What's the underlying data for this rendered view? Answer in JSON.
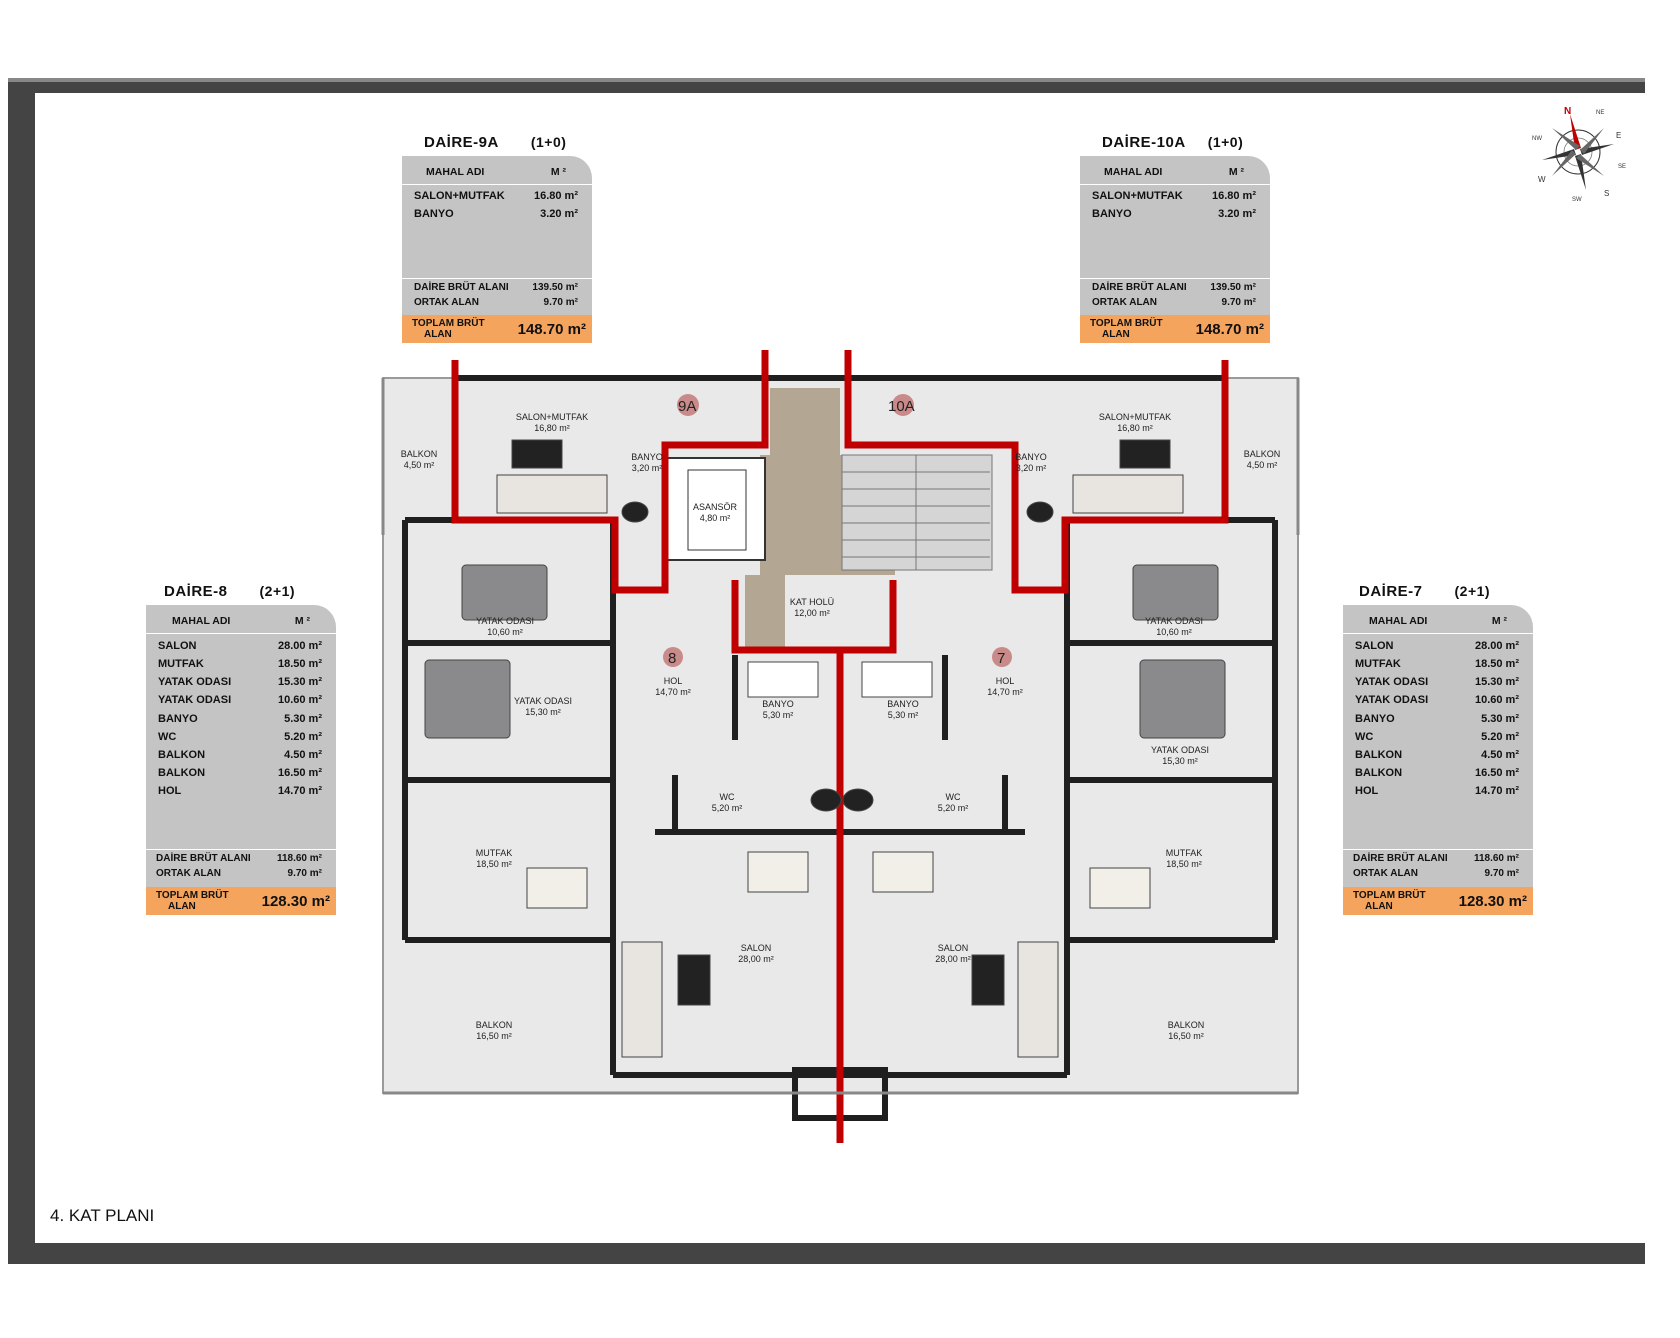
{
  "caption": "4. KAT PLANI",
  "compass": {
    "n": "N",
    "ne": "NE",
    "e": "E",
    "se": "SE",
    "s": "S",
    "sw": "SW",
    "w": "W",
    "nw": "NW"
  },
  "units": {
    "d9a": {
      "title": "DAİRE-9A",
      "type": "(1+0)",
      "col_name": "MAHAL ADI",
      "col_unit": "M ²",
      "rooms": [
        {
          "name": "SALON+MUTFAK",
          "area": "16.80 m²"
        },
        {
          "name": "BANYO",
          "area": "3.20 m²"
        }
      ],
      "gross_label": "DAİRE BRÜT ALANI",
      "gross": "139.50 m²",
      "common_label": "ORTAK ALAN",
      "common": "9.70 m²",
      "total_label_1": "TOPLAM BRÜT",
      "total_label_2": "ALAN",
      "total": "148.70 m²"
    },
    "d10a": {
      "title": "DAİRE-10A",
      "type": "(1+0)",
      "col_name": "MAHAL ADI",
      "col_unit": "M ²",
      "rooms": [
        {
          "name": "SALON+MUTFAK",
          "area": "16.80 m²"
        },
        {
          "name": "BANYO",
          "area": "3.20 m²"
        }
      ],
      "gross_label": "DAİRE BRÜT ALANI",
      "gross": "139.50 m²",
      "common_label": "ORTAK ALAN",
      "common": "9.70 m²",
      "total_label_1": "TOPLAM BRÜT",
      "total_label_2": "ALAN",
      "total": "148.70 m²"
    },
    "d8": {
      "title": "DAİRE-8",
      "type": "(2+1)",
      "col_name": "MAHAL ADI",
      "col_unit": "M ²",
      "rooms": [
        {
          "name": "SALON",
          "area": "28.00 m²"
        },
        {
          "name": "MUTFAK",
          "area": "18.50 m²"
        },
        {
          "name": "YATAK ODASI",
          "area": "15.30 m²"
        },
        {
          "name": "YATAK ODASI",
          "area": "10.60 m²"
        },
        {
          "name": "BANYO",
          "area": "5.30 m²"
        },
        {
          "name": "WC",
          "area": "5.20 m²"
        },
        {
          "name": "BALKON",
          "area": "4.50 m²"
        },
        {
          "name": "BALKON",
          "area": "16.50 m²"
        },
        {
          "name": "HOL",
          "area": "14.70 m²"
        }
      ],
      "gross_label": "DAİRE BRÜT ALANI",
      "gross": "118.60 m²",
      "common_label": "ORTAK ALAN",
      "common": "9.70 m²",
      "total_label_1": "TOPLAM BRÜT",
      "total_label_2": "ALAN",
      "total": "128.30 m²"
    },
    "d7": {
      "title": "DAİRE-7",
      "type": "(2+1)",
      "col_name": "MAHAL ADI",
      "col_unit": "M ²",
      "rooms": [
        {
          "name": "SALON",
          "area": "28.00 m²"
        },
        {
          "name": "MUTFAK",
          "area": "18.50 m²"
        },
        {
          "name": "YATAK ODASI",
          "area": "15.30 m²"
        },
        {
          "name": "YATAK ODASI",
          "area": "10.60 m²"
        },
        {
          "name": "BANYO",
          "area": "5.30 m²"
        },
        {
          "name": "WC",
          "area": "5.20 m²"
        },
        {
          "name": "BALKON",
          "area": "4.50 m²"
        },
        {
          "name": "BALKON",
          "area": "16.50 m²"
        },
        {
          "name": "HOL",
          "area": "14.70 m²"
        }
      ],
      "gross_label": "DAİRE BRÜT ALANI",
      "gross": "118.60 m²",
      "common_label": "ORTAK ALAN",
      "common": "9.70 m²",
      "total_label_1": "TOPLAM BRÜT",
      "total_label_2": "ALAN",
      "total": "128.30 m²"
    }
  },
  "plan": {
    "unit_markers": {
      "m9a": "9A",
      "m10a": "10A",
      "m8": "8",
      "m7": "7"
    },
    "rooms": {
      "salon_mutfak_l": {
        "name": "SALON+MUTFAK",
        "area": "16,80 m²"
      },
      "salon_mutfak_r": {
        "name": "SALON+MUTFAK",
        "area": "16,80 m²"
      },
      "banyo_9a": {
        "name": "BANYO",
        "area": "3,20 m²"
      },
      "banyo_10a": {
        "name": "BANYO",
        "area": "3,20 m²"
      },
      "balkon_tl": {
        "name": "BALKON",
        "area": "4,50 m²"
      },
      "balkon_tr": {
        "name": "BALKON",
        "area": "4,50 m²"
      },
      "asansor": {
        "name": "ASANSÖR",
        "area": "4,80 m²"
      },
      "kat_holu": {
        "name": "KAT HOLÜ",
        "area": "12,00 m²"
      },
      "yatak_1060_l": {
        "name": "YATAK ODASI",
        "area": "10,60 m²"
      },
      "yatak_1060_r": {
        "name": "YATAK ODASI",
        "area": "10,60 m²"
      },
      "yatak_1530_l": {
        "name": "YATAK ODASI",
        "area": "15,30 m²"
      },
      "yatak_1530_r": {
        "name": "YATAK ODASI",
        "area": "15,30 m²"
      },
      "hol_8": {
        "name": "HOL",
        "area": "14,70 m²"
      },
      "hol_7": {
        "name": "HOL",
        "area": "14,70 m²"
      },
      "banyo_8": {
        "name": "BANYO",
        "area": "5,30 m²"
      },
      "banyo_7": {
        "name": "BANYO",
        "area": "5,30 m²"
      },
      "wc_8": {
        "name": "WC",
        "area": "5,20 m²"
      },
      "wc_7": {
        "name": "WC",
        "area": "5,20 m²"
      },
      "mutfak_8": {
        "name": "MUTFAK",
        "area": "18,50 m²"
      },
      "mutfak_7": {
        "name": "MUTFAK",
        "area": "18,50 m²"
      },
      "salon_8": {
        "name": "SALON",
        "area": "28,00 m²"
      },
      "salon_7": {
        "name": "SALON",
        "area": "28,00 m²"
      },
      "balkon_bl": {
        "name": "BALKON",
        "area": "16,50 m²"
      },
      "balkon_br": {
        "name": "BALKON",
        "area": "16,50 m²"
      }
    }
  },
  "colors": {
    "wall": "#1f1f1f",
    "divider": "#c00000",
    "floor": "#e9e9e9",
    "core": "#b3a692",
    "legend_bg": "#c4c4c4",
    "legend_total": "#f5a45d"
  }
}
